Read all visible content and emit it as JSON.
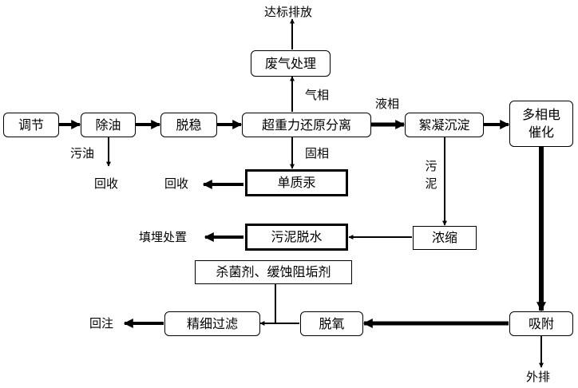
{
  "diagram": {
    "nodes": {
      "tiaojie": "调节",
      "chuyou": "除油",
      "tuowen": "脱稳",
      "chaozhongli": "超重力还原分离",
      "xuning": "絮凝沉淀",
      "duoxiang": "多相电催化",
      "feiqi": "废气处理",
      "danzhigong": "单质汞",
      "wunituoshui": "污泥脱水",
      "nongsuo": "浓缩",
      "yaoji": "杀菌剂、缓蚀阻垢剂",
      "jingxi": "精细过滤",
      "tuoyang": "脱氧",
      "xifu": "吸附"
    },
    "labels": {
      "dabiao": "达标排放",
      "qixiang": "气相",
      "yexiang": "液相",
      "guxiang": "固相",
      "wuyou": "污油",
      "huishou1": "回收",
      "huishou2": "回收",
      "wuni": "污泥",
      "tianmai": "填埋处置",
      "huizhu": "回注",
      "waipai": "外排"
    }
  }
}
